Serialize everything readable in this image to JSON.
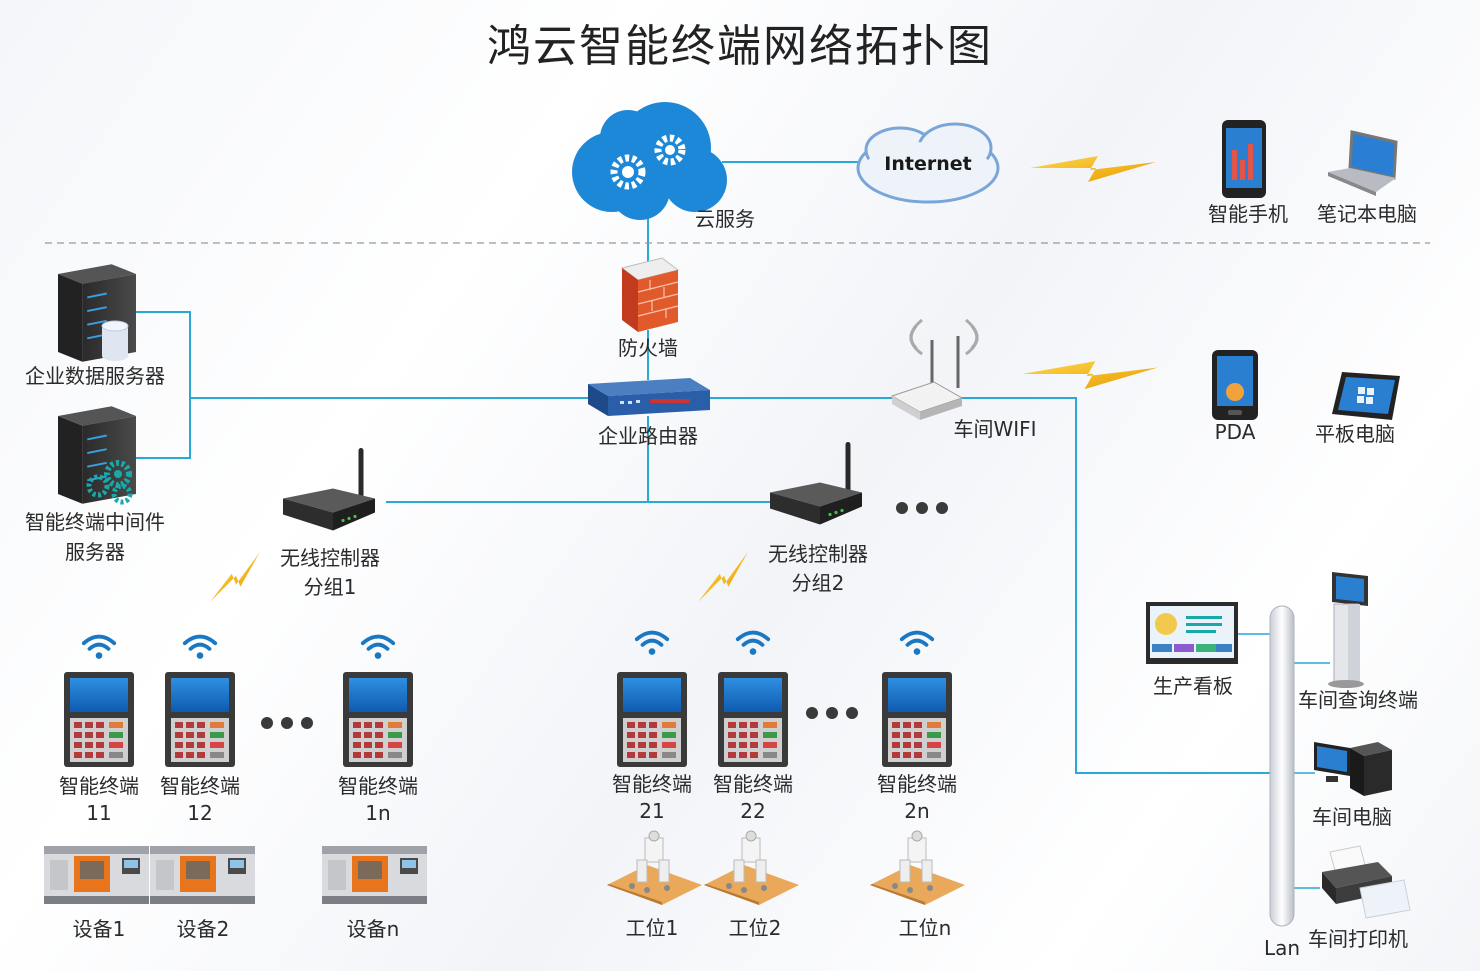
{
  "title": "鸿云智能终端网络拓扑图",
  "cloud": {
    "label": "云服务",
    "internet": "Internet"
  },
  "mobile": {
    "phone": "智能手机",
    "laptop": "笔记本电脑",
    "pda": "PDA",
    "tablet": "平板电脑"
  },
  "core": {
    "firewall": "防火墙",
    "router": "企业路由器",
    "wifi": "车间WIFI"
  },
  "servers": {
    "data": "企业数据服务器",
    "middleware_1": "智能终端中间件",
    "middleware_2": "服务器"
  },
  "groups": [
    {
      "ctrl_1": "无线控制器",
      "ctrl_2": "分组1",
      "terminals": [
        {
          "l1": "智能终端",
          "l2": "11",
          "device": "设备1"
        },
        {
          "l1": "智能终端",
          "l2": "12",
          "device": "设备2"
        },
        {
          "l1": "智能终端",
          "l2": "1n",
          "device": "设备n"
        }
      ]
    },
    {
      "ctrl_1": "无线控制器",
      "ctrl_2": "分组2",
      "terminals": [
        {
          "l1": "智能终端",
          "l2": "21",
          "device": "工位1"
        },
        {
          "l1": "智能终端",
          "l2": "22",
          "device": "工位2"
        },
        {
          "l1": "智能终端",
          "l2": "2n",
          "device": "工位n"
        }
      ]
    }
  ],
  "lan": {
    "label": "Lan",
    "board": "生产看板",
    "kiosk": "车间查询终端",
    "pc": "车间电脑",
    "printer": "车间打印机"
  },
  "colors": {
    "line": "#2aa9d6",
    "cloud": "#1e88d8",
    "screen": "#1976d2",
    "bolt": "#f0b400"
  }
}
